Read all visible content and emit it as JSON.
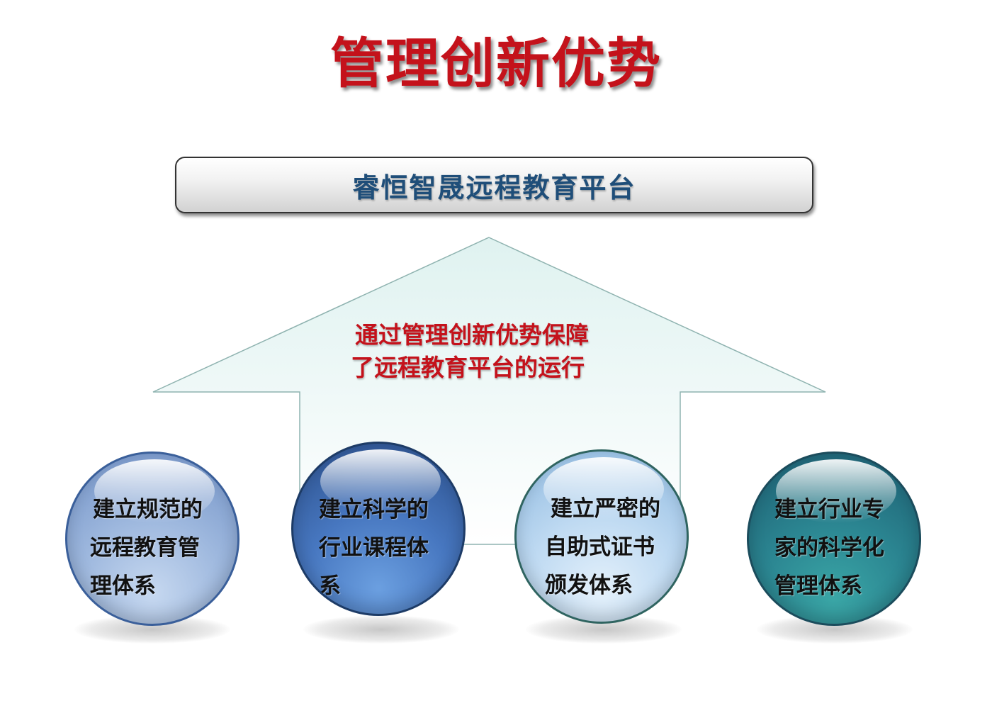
{
  "title": "管理创新优势",
  "platform": {
    "label": "睿恒智晟远程教育平台"
  },
  "arrow": {
    "line1": "通过管理创新优势保障",
    "line2": "了远程教育平台的运行"
  },
  "pillars": [
    {
      "lines": [
        "建立规范的",
        "远程教育管",
        "理体系"
      ]
    },
    {
      "lines": [
        "建立科学的",
        "行业课程体",
        "系"
      ]
    },
    {
      "lines": [
        "建立严密的",
        "自助式证书",
        "颁发体系"
      ]
    },
    {
      "lines": [
        "建立行业专",
        "家的科学化",
        "管理体系"
      ]
    }
  ],
  "colors": {
    "title": "#c4121b",
    "platform_text": "#1f4e79",
    "arrow_fill": "#d7eeec",
    "arrow_text": "#c4121b"
  }
}
